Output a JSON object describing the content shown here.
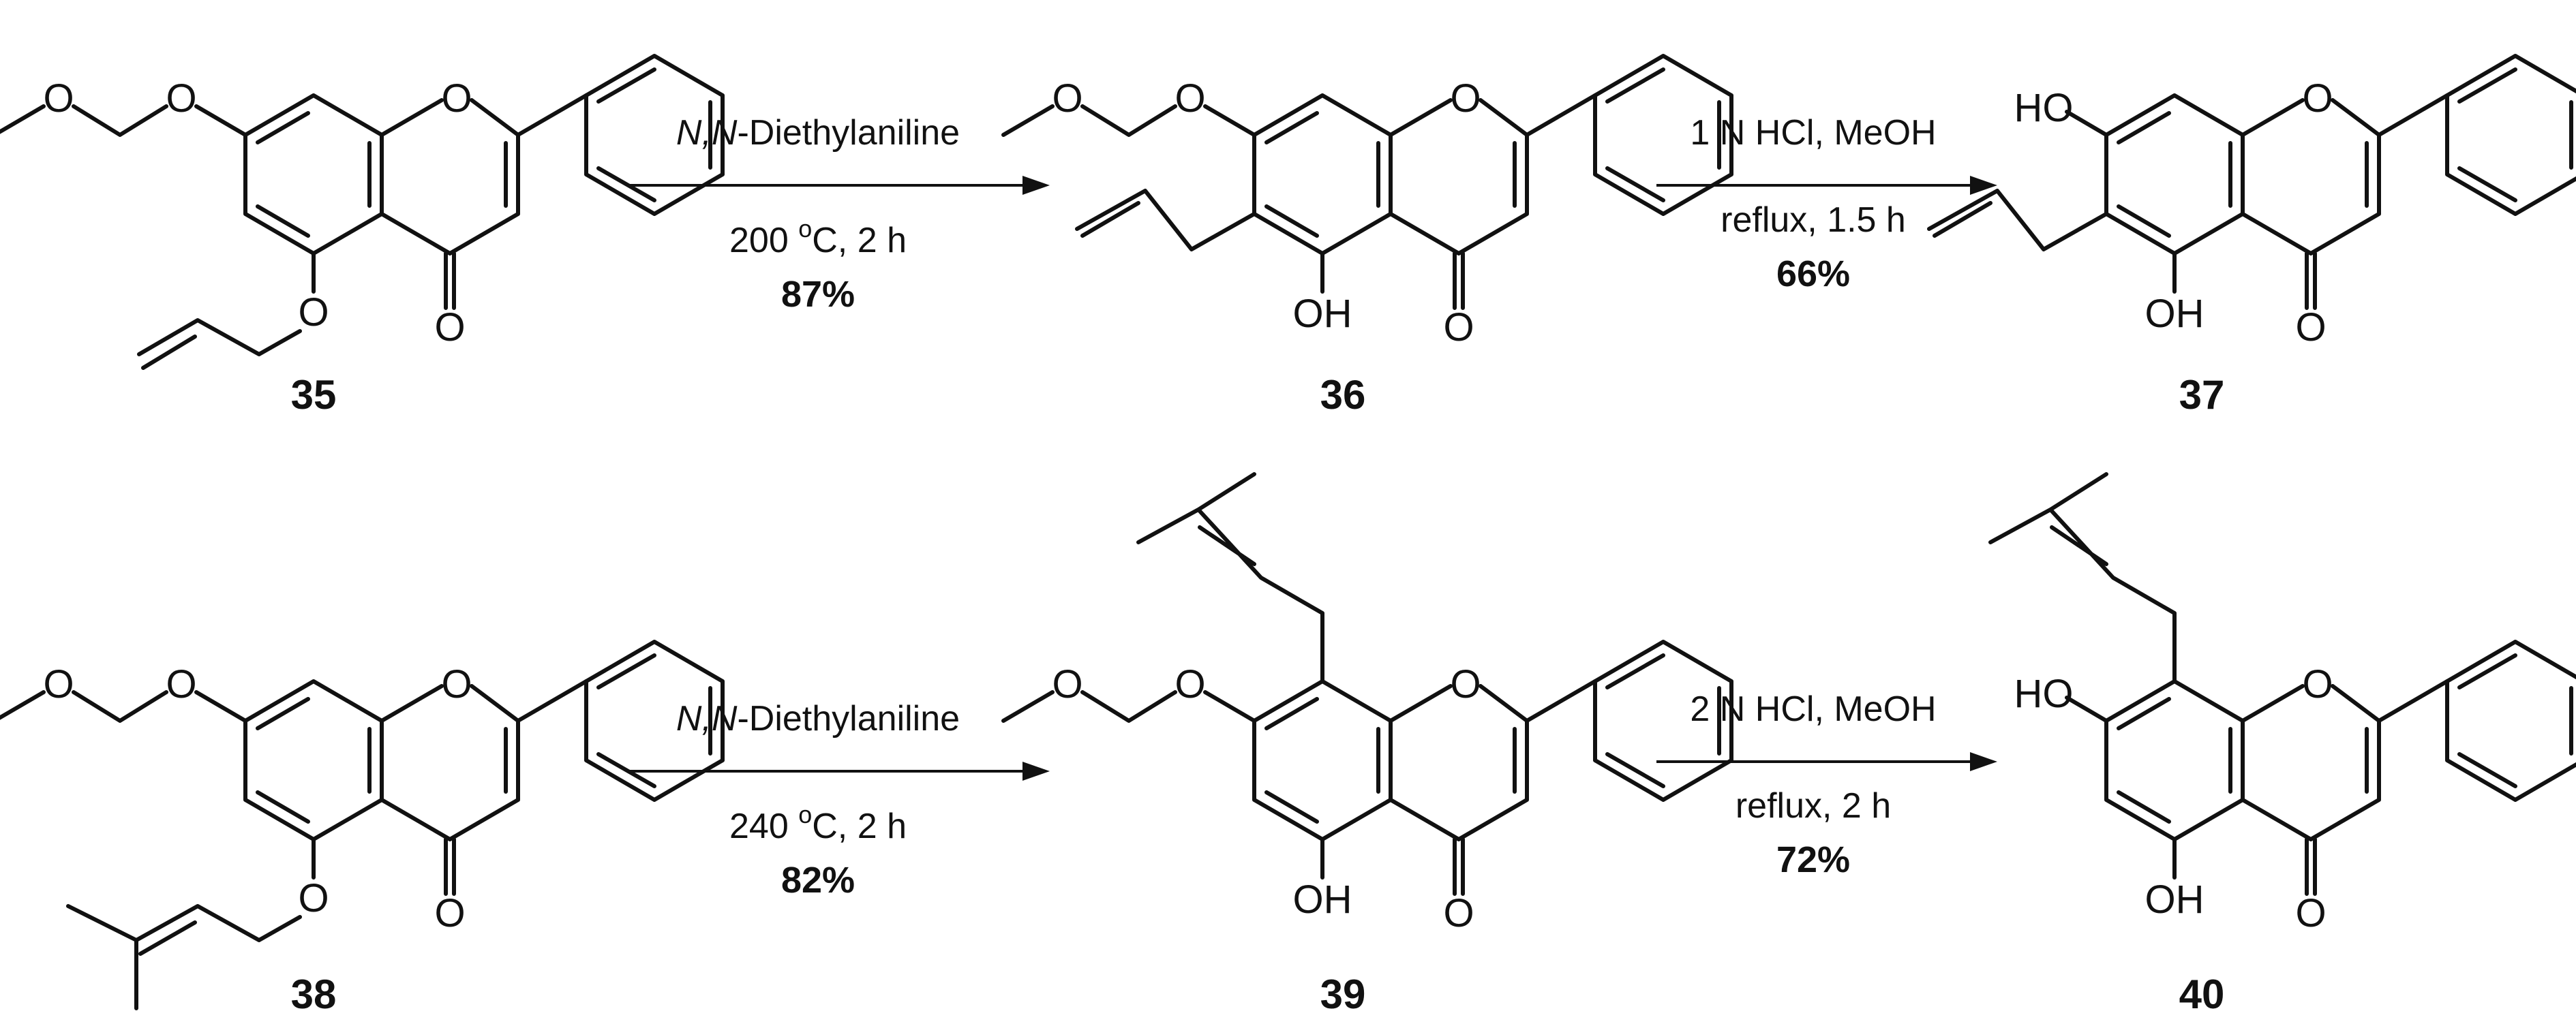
{
  "atoms": {
    "O": "O",
    "OH": "OH",
    "HO": "HO"
  },
  "compounds": [
    {
      "label": "35"
    },
    {
      "label": "36"
    },
    {
      "label": "37"
    },
    {
      "label": "38"
    },
    {
      "label": "39"
    },
    {
      "label": "40"
    }
  ],
  "reactions": [
    {
      "reagent_italic": "N,N",
      "reagent_rest": "-Diethylaniline",
      "temp_prefix": "200 ",
      "temp_sup": "o",
      "temp_suffix": "C, 2 h",
      "yield": "87%"
    },
    {
      "reagent": "1 N HCl, MeOH",
      "condition": "reflux, 1.5 h",
      "yield": "66%"
    },
    {
      "reagent_italic": "N,N",
      "reagent_rest": "-Diethylaniline",
      "temp_prefix": "240 ",
      "temp_sup": "o",
      "temp_suffix": "C, 2 h",
      "yield": "82%"
    },
    {
      "reagent": "2 N HCl, MeOH",
      "condition": "reflux, 2 h",
      "yield": "72%"
    }
  ]
}
